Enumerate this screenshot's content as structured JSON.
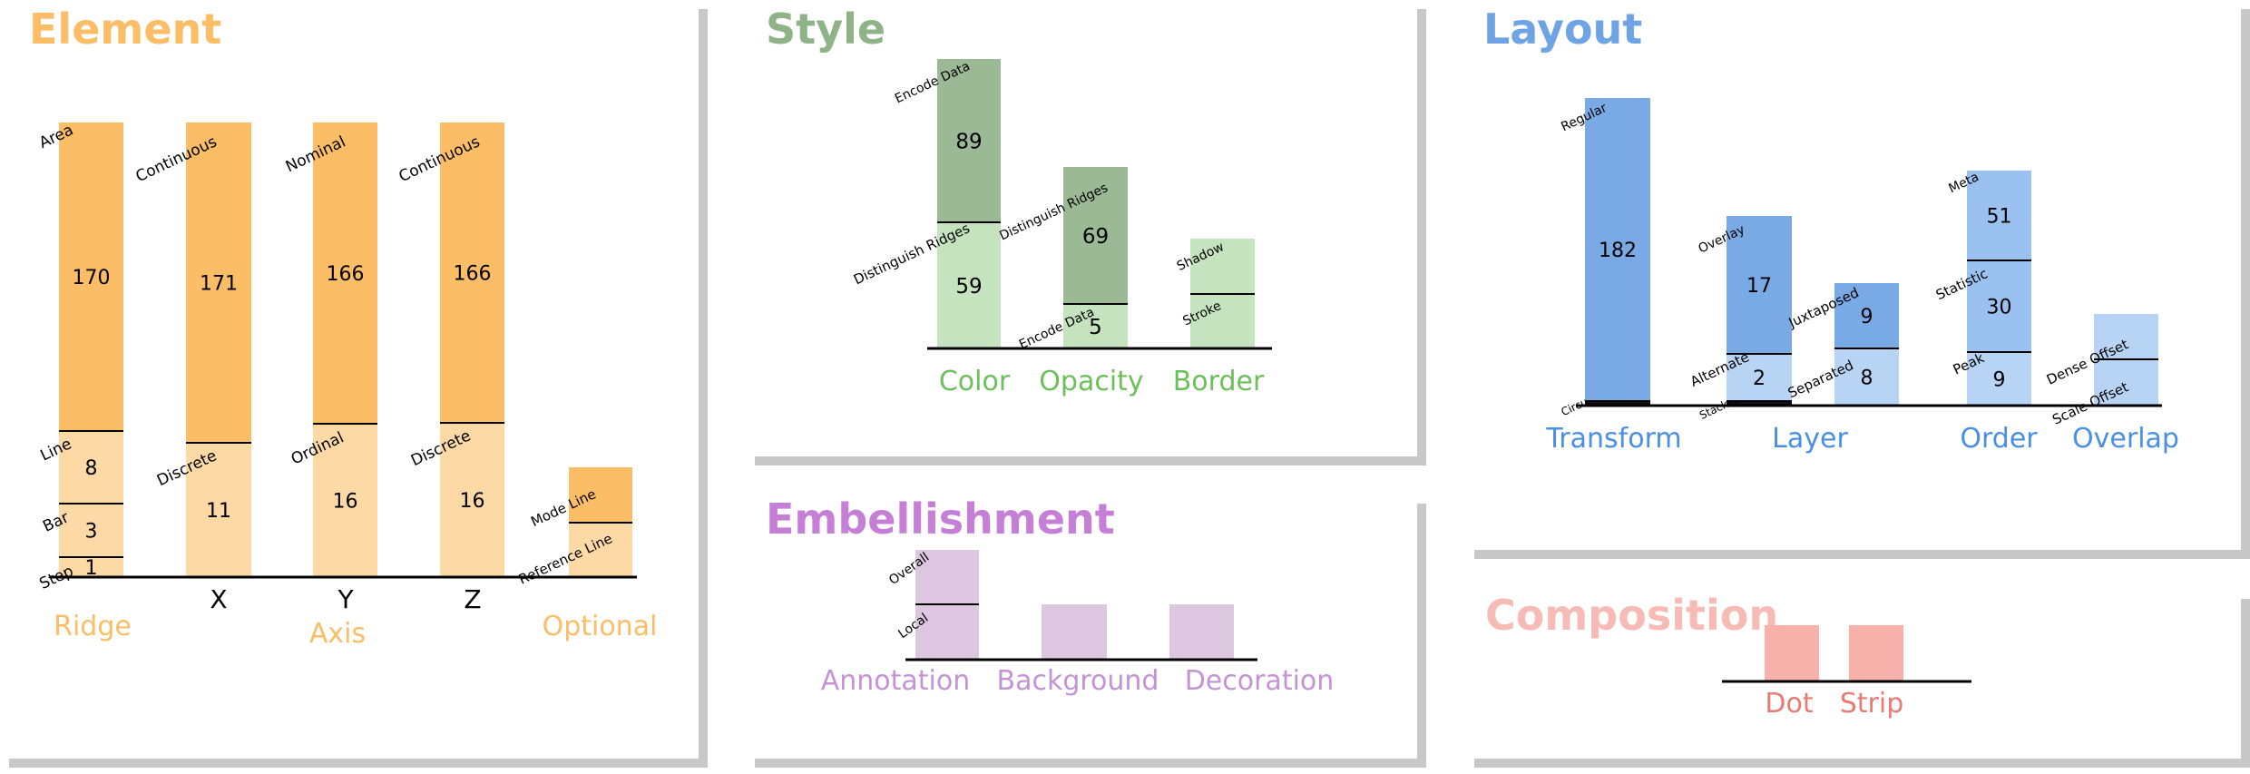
{
  "colors": {
    "element_dark": "#fbbd65",
    "element_light": "#fdd9a6",
    "element_title": "#fbbd65",
    "style_dark": "#9bb994",
    "style_light": "#c4e3be",
    "style_title": "#8fb287",
    "style_label": "#6cc05a",
    "embellish_fill": "#dcc6e0",
    "embellish_title": "#c67fd6",
    "embellish_label": "#c493d6",
    "layout_dark": "#7aaae6",
    "layout_mid": "#9ac1f0",
    "layout_light": "#b7d4f4",
    "layout_title": "#6ea4e4",
    "layout_label": "#4a8fe6",
    "comp_fill": "#f8b1aa",
    "comp_title": "#f7bbb5",
    "comp_label": "#e87b73"
  },
  "panels": {
    "element": {
      "title": "Element"
    },
    "style": {
      "title": "Style"
    },
    "embellishment": {
      "title": "Embellishment"
    },
    "layout": {
      "title": "Layout"
    },
    "composition": {
      "title": "Composition"
    }
  },
  "chart_data": [
    {
      "id": "element",
      "type": "bar",
      "stacked": true,
      "title": "Element",
      "bars": [
        {
          "segments": [
            {
              "name": "Step",
              "value": 1,
              "shade": "light"
            },
            {
              "name": "Bar",
              "value": 3,
              "shade": "light"
            },
            {
              "name": "Line",
              "value": 8,
              "shade": "light"
            },
            {
              "name": "Area",
              "value": 170,
              "shade": "dark"
            }
          ]
        },
        {
          "label": "X",
          "segments": [
            {
              "name": "Discrete",
              "value": 11,
              "shade": "light"
            },
            {
              "name": "Continuous",
              "value": 171,
              "shade": "dark"
            }
          ]
        },
        {
          "label": "Y",
          "segments": [
            {
              "name": "Ordinal",
              "value": 16,
              "shade": "light"
            },
            {
              "name": "Nominal",
              "value": 166,
              "shade": "dark"
            }
          ]
        },
        {
          "label": "Z",
          "segments": [
            {
              "name": "Discrete",
              "value": 16,
              "shade": "light"
            },
            {
              "name": "Continuous",
              "value": 166,
              "shade": "dark"
            }
          ]
        },
        {
          "segments": [
            {
              "name": "Reference Line",
              "value": 16,
              "shade": "light"
            },
            {
              "name": "Mode Line",
              "value": 16,
              "shade": "dark"
            }
          ]
        }
      ],
      "groups": [
        "Ridge",
        "Axis",
        "Optional"
      ]
    },
    {
      "id": "style",
      "type": "bar",
      "stacked": true,
      "title": "Style",
      "categories": [
        "Color",
        "Opacity",
        "Border"
      ],
      "bars": [
        {
          "segments": [
            {
              "name": "Distinguish Ridges",
              "value": 59,
              "shade": "light"
            },
            {
              "name": "Encode Data",
              "value": 89,
              "shade": "dark"
            }
          ]
        },
        {
          "segments": [
            {
              "name": "Encode Data",
              "value": 5,
              "shade": "light"
            },
            {
              "name": "Distinguish Ridges",
              "value": 69,
              "shade": "dark"
            }
          ]
        },
        {
          "segments": [
            {
              "name": "Stroke",
              "value": 30,
              "shade": "light"
            },
            {
              "name": "Shadow",
              "value": 30,
              "shade": "light"
            }
          ]
        }
      ]
    },
    {
      "id": "embellishment",
      "type": "bar",
      "stacked": true,
      "title": "Embellishment",
      "categories": [
        "Annotation",
        "Background",
        "Decoration"
      ],
      "bars": [
        {
          "segments": [
            {
              "name": "Local",
              "value": 30
            },
            {
              "name": "Overall",
              "value": 30
            }
          ]
        },
        {
          "segments": [
            {
              "value": 30
            }
          ]
        },
        {
          "segments": [
            {
              "value": 30
            }
          ]
        }
      ]
    },
    {
      "id": "layout",
      "type": "bar",
      "stacked": true,
      "title": "Layout",
      "bars": [
        {
          "label": "Transform",
          "segments": [
            {
              "name": "Circular",
              "value": 3,
              "shade": "black"
            },
            {
              "name": "Regular",
              "value": 182,
              "shade": "dark"
            }
          ]
        },
        {
          "segments": [
            {
              "name": "Stacked",
              "value": 3,
              "shade": "black"
            },
            {
              "name": "Alternate",
              "value": 2,
              "shade": "light"
            },
            {
              "name": "Overlay",
              "value": 17,
              "shade": "dark"
            }
          ]
        },
        {
          "segments": [
            {
              "name": "Separated",
              "value": 8,
              "shade": "light"
            },
            {
              "name": "Juxtaposed",
              "value": 9,
              "shade": "dark"
            }
          ]
        },
        {
          "label": "Order",
          "segments": [
            {
              "name": "Peak",
              "value": 9,
              "shade": "light"
            },
            {
              "name": "Statistic",
              "value": 30,
              "shade": "mid"
            },
            {
              "name": "Meta",
              "value": 51,
              "shade": "mid"
            }
          ]
        },
        {
          "label": "Overlap",
          "segments": [
            {
              "name": "Scale Offset",
              "value": 9,
              "shade": "light"
            },
            {
              "name": "Dense Offset",
              "value": 9,
              "shade": "light"
            }
          ]
        }
      ],
      "groups": [
        "Layer"
      ]
    },
    {
      "id": "composition",
      "type": "bar",
      "title": "Composition",
      "categories": [
        "Dot",
        "Strip"
      ],
      "values": [
        1,
        1
      ]
    }
  ]
}
